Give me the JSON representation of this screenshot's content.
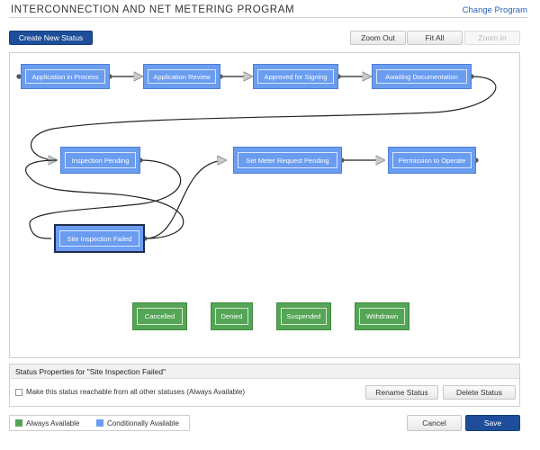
{
  "header": {
    "title": "INTERCONNECTION AND NET METERING PROGRAM",
    "change_program": "Change Program"
  },
  "toolbar": {
    "create_status": "Create New Status",
    "zoom_out": "Zoom Out",
    "fit_all": "Fit All",
    "zoom_in": "Zoom In"
  },
  "workflow": {
    "statuses": {
      "app_in_process": "Application in Process",
      "app_review": "Application Review",
      "approved_signing": "Approved for Signing",
      "awaiting_docs": "Awaiting Documentation",
      "inspection_pending": "Inspection Pending",
      "set_meter_request": "Set Meter Request Pending",
      "permission_operate": "Permission to Operate",
      "site_inspection_failed": "Site Inspection Failed",
      "cancelled": "Cancelled",
      "denied": "Denied",
      "suspended": "Suspended",
      "withdrawn": "Withdrawn"
    },
    "selected": "Site Inspection Failed"
  },
  "properties": {
    "header": "Status Properties for \"Site Inspection Failed\"",
    "always_available_label": "Make this status reachable from all other statuses (Always Available)",
    "always_available_checked": false,
    "rename_button": "Rename Status",
    "delete_button": "Delete Status"
  },
  "legend": {
    "always": "Always Available",
    "conditional": "Conditionally Available"
  },
  "actions": {
    "cancel": "Cancel",
    "save": "Save"
  },
  "colors": {
    "conditional": "#6a9cf0",
    "always": "#55a556",
    "primary_button": "#1e4e9a",
    "link": "#2a64b8"
  }
}
